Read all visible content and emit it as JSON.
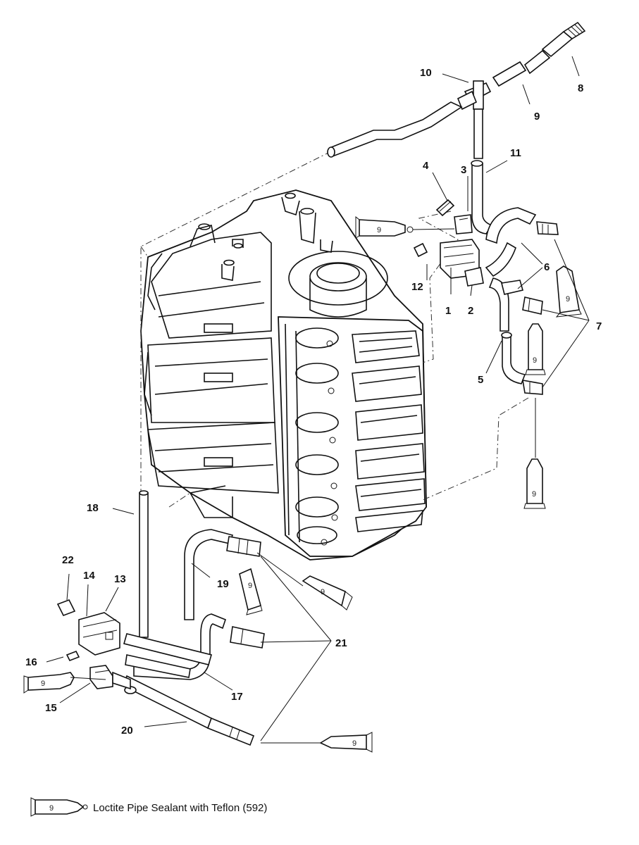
{
  "diagram": {
    "callouts": [
      {
        "id": "c1",
        "text": "1"
      },
      {
        "id": "c2",
        "text": "2"
      },
      {
        "id": "c3",
        "text": "3"
      },
      {
        "id": "c4",
        "text": "4"
      },
      {
        "id": "c5",
        "text": "5"
      },
      {
        "id": "c6",
        "text": "6"
      },
      {
        "id": "c7",
        "text": "7"
      },
      {
        "id": "c8",
        "text": "8"
      },
      {
        "id": "c9",
        "text": "9"
      },
      {
        "id": "c10",
        "text": "10"
      },
      {
        "id": "c11",
        "text": "11"
      },
      {
        "id": "c12",
        "text": "12"
      },
      {
        "id": "c13",
        "text": "13"
      },
      {
        "id": "c14",
        "text": "14"
      },
      {
        "id": "c15",
        "text": "15"
      },
      {
        "id": "c16",
        "text": "16"
      },
      {
        "id": "c17",
        "text": "17"
      },
      {
        "id": "c18",
        "text": "18"
      },
      {
        "id": "c19",
        "text": "19"
      },
      {
        "id": "c20",
        "text": "20"
      },
      {
        "id": "c21",
        "text": "21"
      },
      {
        "id": "c22",
        "text": "22"
      }
    ],
    "tube_number": "9"
  },
  "legend": {
    "tube_number": "9",
    "text": "Loctite Pipe Sealant with Teflon (592)"
  }
}
